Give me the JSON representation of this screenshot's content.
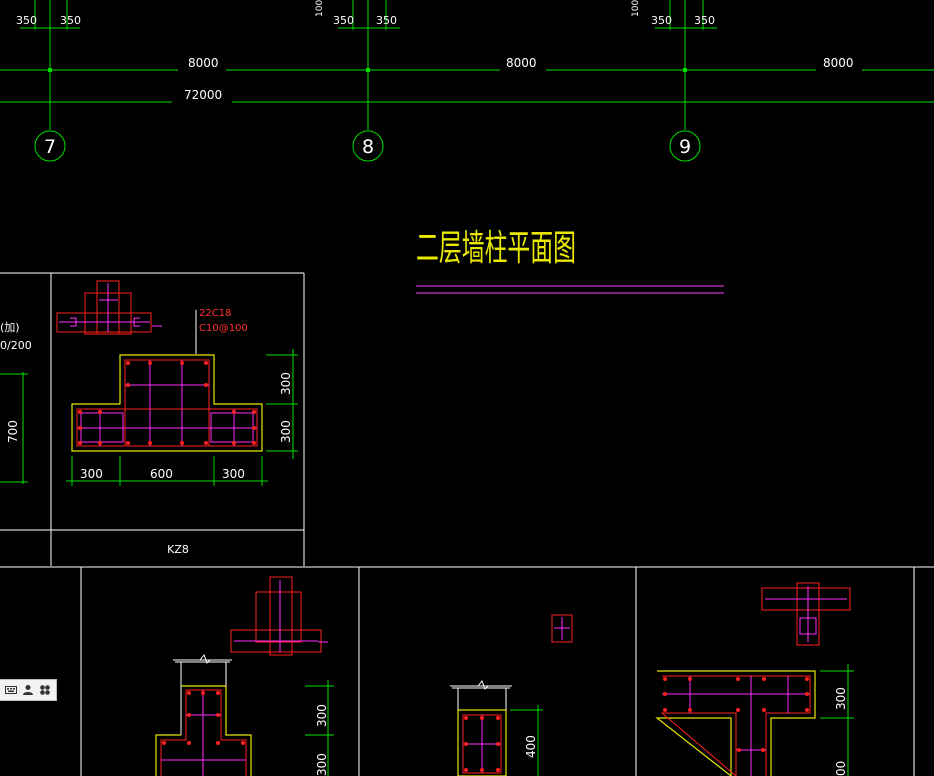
{
  "colors": {
    "background": "#000000",
    "axis": "#00e000",
    "text": "#ffffff",
    "frame": "#ffffff",
    "title": "#e8e800",
    "outline": "#e8e800",
    "rebar": "#ff2020",
    "stirrup": "#ff30ff",
    "annotation": "#ff3030",
    "underline": "#ff40ff"
  },
  "drawing": {
    "title": "二层墙柱平面图",
    "axes": [
      {
        "label": "7",
        "spacing_left": "350",
        "spacing_right": "350"
      },
      {
        "label": "8",
        "spacing_left": "350",
        "spacing_right": "350",
        "offset_dim": "100"
      },
      {
        "label": "9",
        "spacing_left": "350",
        "spacing_right": "350",
        "offset_dim": "100"
      }
    ],
    "bay_dimensions": [
      "8000",
      "8000",
      "8000"
    ],
    "total_dimension": "72000"
  },
  "left_partial": {
    "note_line1": "(加)",
    "note_line2": "0/200",
    "dim": "700"
  },
  "kz8": {
    "name": "KZ8",
    "rebar_main": "22C18",
    "rebar_stirrup": "C10@100",
    "dim_bottom": [
      "300",
      "600",
      "300"
    ],
    "dim_right": [
      "300",
      "300"
    ]
  },
  "bottom_details": {
    "detail1_dims": [
      "300",
      "300"
    ],
    "detail2_dim": "400",
    "detail3_dims": [
      "300",
      "00"
    ]
  },
  "toolbar": {
    "icons": [
      "keyboard-icon",
      "person-icon",
      "settings-icon"
    ]
  }
}
